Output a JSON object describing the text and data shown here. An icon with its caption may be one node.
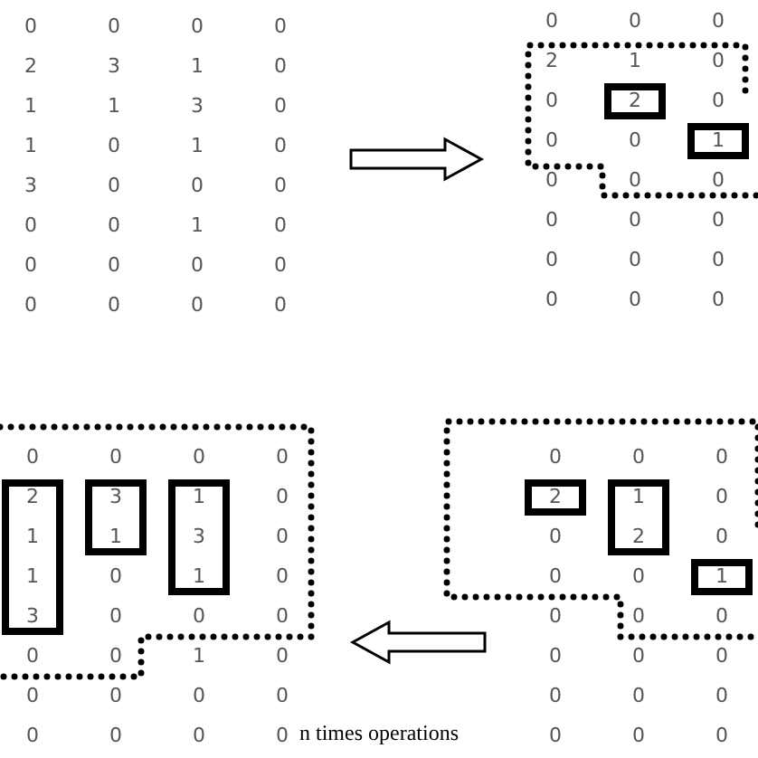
{
  "diagram": {
    "caption": "n times operations",
    "nodes": [
      {
        "text": [
          "0",
          "0",
          "0",
          "0",
          "2",
          "3",
          "1",
          "0",
          "1",
          "1",
          "3",
          "0",
          "1",
          "0",
          "1",
          "0",
          "3",
          "0",
          "0",
          "0",
          "0",
          "0",
          "1",
          "0",
          "0",
          "0",
          "0",
          "0",
          "0",
          "0",
          "0",
          "0"
        ]
      },
      {
        "text": [
          "0",
          "0",
          "0",
          "2",
          "1",
          "0",
          "0",
          "0",
          "0",
          "0",
          "0",
          "0",
          "0",
          "0",
          "0",
          "0",
          "0",
          "0",
          "0",
          "0",
          "0",
          "0"
        ]
      },
      {
        "text": [
          "2"
        ],
        "in": 1
      },
      {
        "text": [
          "1"
        ],
        "in": 1
      },
      {
        "text": [
          "0",
          "0",
          "0",
          "0",
          "0",
          "0",
          "0",
          "0",
          "0",
          "0",
          "0",
          "0",
          "0",
          "1",
          "0",
          "0",
          "0",
          "0",
          "0",
          "0",
          "0",
          "0",
          "0"
        ]
      },
      {
        "text": [
          "2",
          "1",
          "1",
          "3"
        ],
        "in": 4
      },
      {
        "text": [
          "3",
          "1"
        ],
        "in": 4
      },
      {
        "text": [
          "1",
          "3",
          "1"
        ],
        "in": 4
      },
      {
        "text": [
          "0",
          "0",
          "0",
          "0",
          "0",
          "0",
          "0",
          "0",
          "0",
          "0",
          "0",
          "0",
          "0",
          "0",
          "0",
          "0",
          "0",
          "0",
          "0",
          "0"
        ]
      },
      {
        "text": [
          "2"
        ],
        "in": 8
      },
      {
        "text": [
          "1",
          "2"
        ],
        "in": 8
      },
      {
        "text": [
          "1"
        ],
        "in": 8
      }
    ],
    "edges": [
      {
        "from": 0,
        "to": 1,
        "arrow": "to"
      },
      {
        "from": 8,
        "to": 4,
        "arrow": "to"
      }
    ]
  }
}
